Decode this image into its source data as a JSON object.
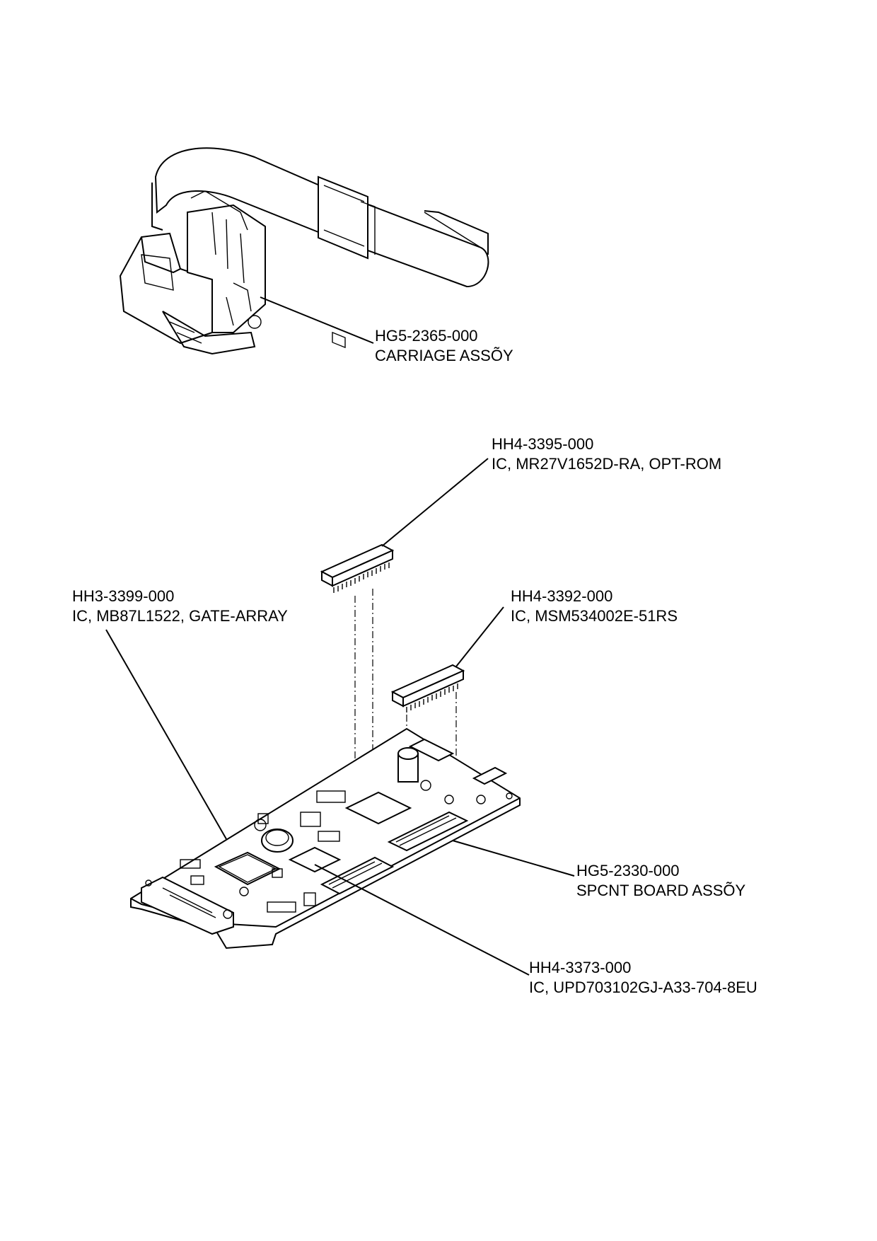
{
  "callouts": {
    "carriage": {
      "part_no": "HG5-2365-000",
      "desc": "CARRIAGE ASSÕY"
    },
    "opt_rom": {
      "part_no": "HH4-3395-000",
      "desc": "IC, MR27V1652D-RA, OPT-ROM"
    },
    "gate_array": {
      "part_no": "HH3-3399-000",
      "desc": "IC, MB87L1522, GATE-ARRAY"
    },
    "msm": {
      "part_no": "HH4-3392-000",
      "desc": "IC, MSM534002E-51RS"
    },
    "board": {
      "part_no": "HG5-2330-000",
      "desc": "SPCNT BOARD ASSÕY"
    },
    "upd": {
      "part_no": "HH4-3373-000",
      "desc": "IC, UPD703102GJ-A33-704-8EU"
    }
  }
}
